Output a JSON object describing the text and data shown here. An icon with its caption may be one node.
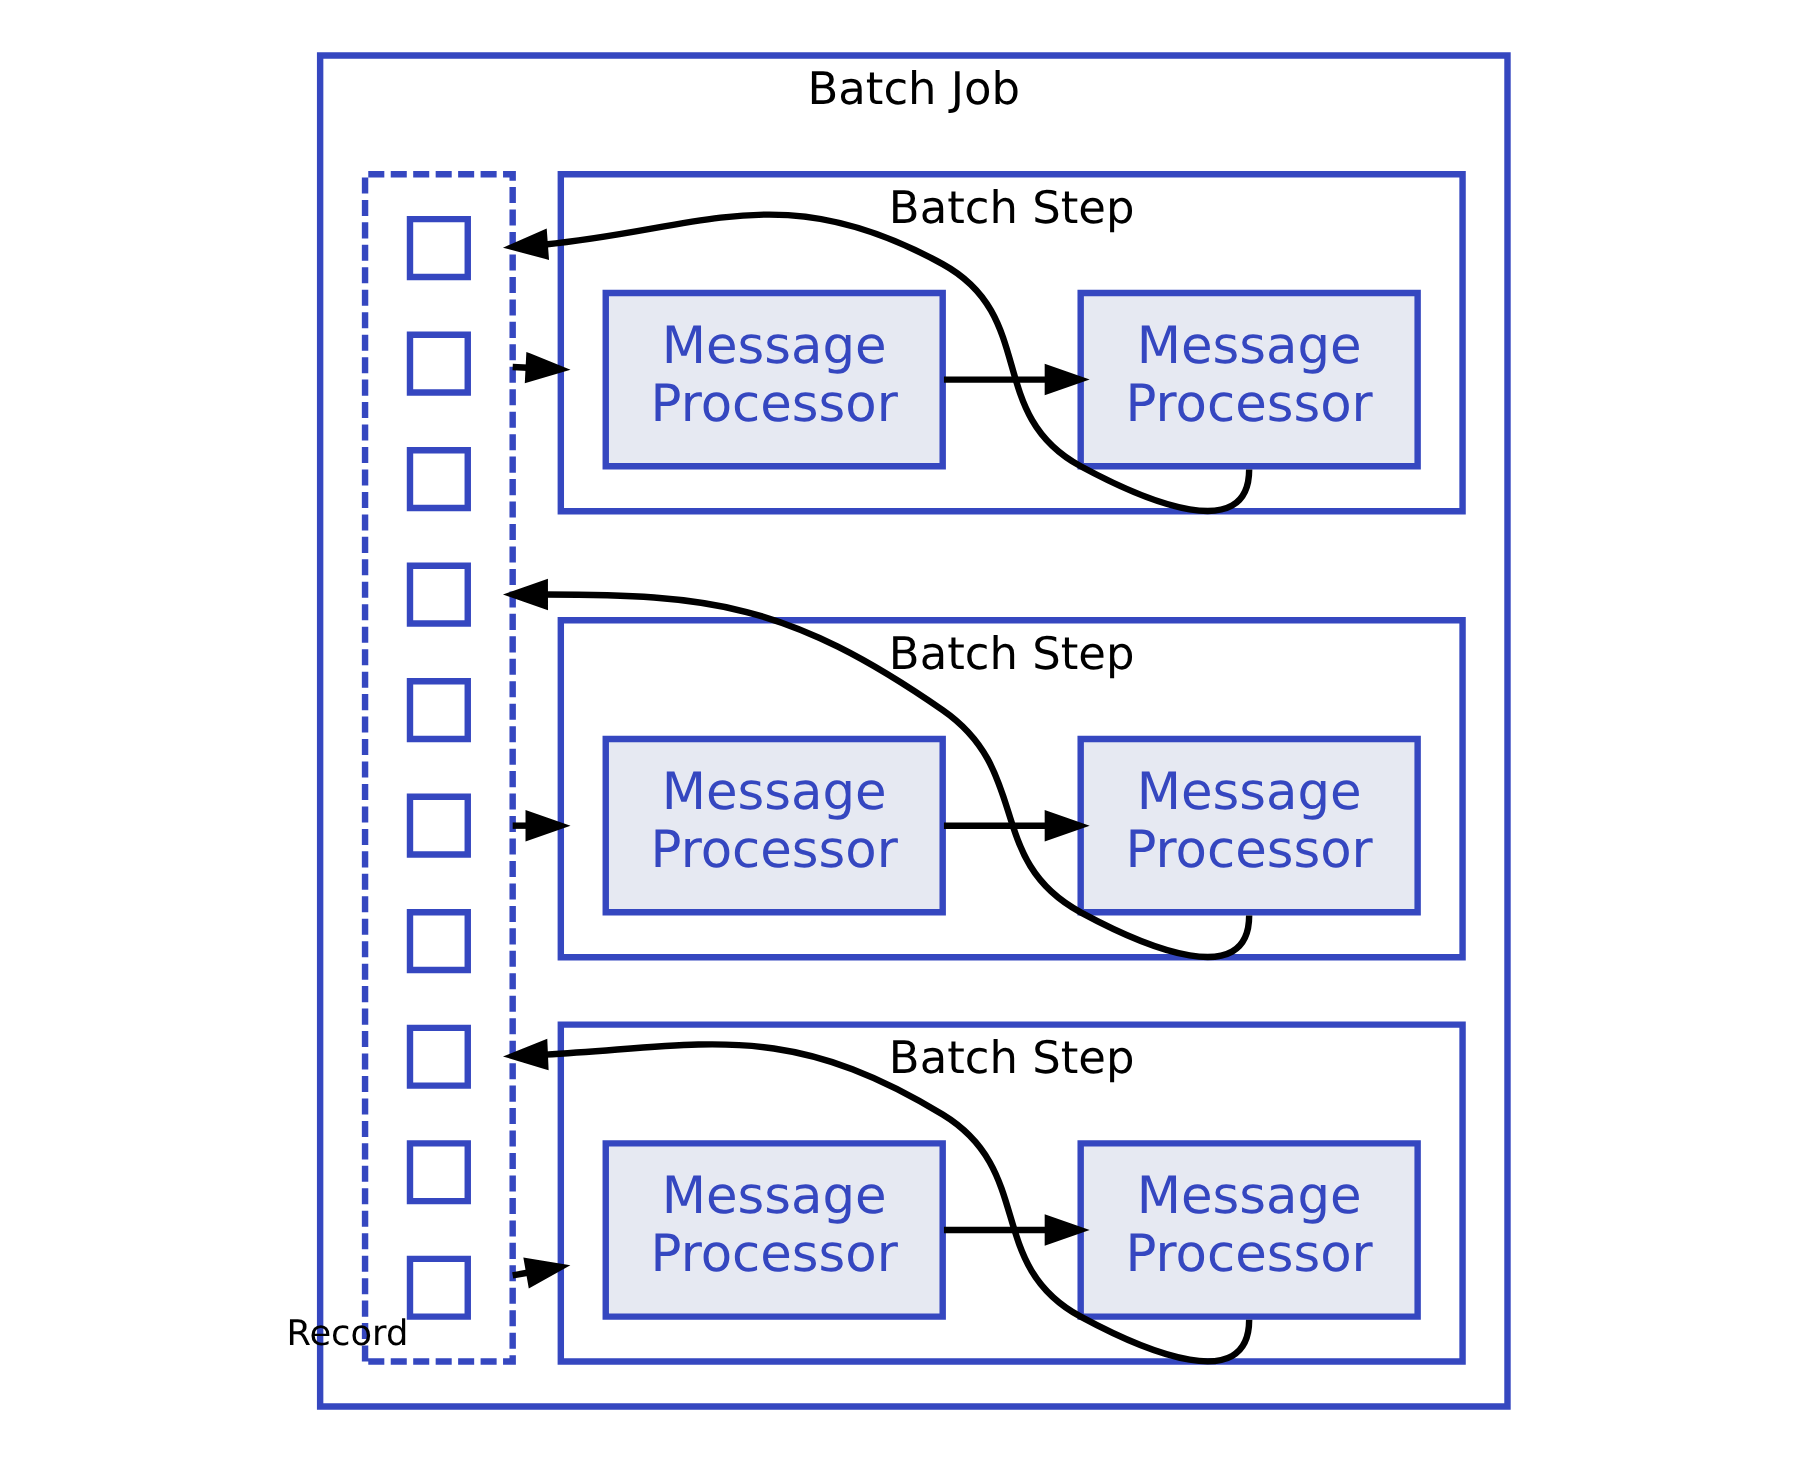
{
  "diagram": {
    "nodes": [
      {
        "text": [
          "Batch Job"
        ]
      },
      {
        "text": [],
        "shape": "box",
        "in": 0
      },
      {
        "text": [],
        "shape": "box",
        "in": 1,
        "beside": [
          "Record"
        ]
      },
      {
        "text": [],
        "shape": "box",
        "in": 1
      },
      {
        "text": [],
        "shape": "box",
        "in": 1
      },
      {
        "text": [],
        "shape": "box",
        "in": 1
      },
      {
        "text": [],
        "shape": "box",
        "in": 1
      },
      {
        "text": [],
        "shape": "box",
        "in": 1
      },
      {
        "text": [],
        "shape": "box",
        "in": 1
      },
      {
        "text": [],
        "shape": "box",
        "in": 1
      },
      {
        "text": [],
        "shape": "box",
        "in": 1
      },
      {
        "text": [],
        "shape": "box",
        "in": 1
      },
      {
        "text": [
          "Batch Step"
        ],
        "in": 0
      },
      {
        "text": [
          "Message Processor"
        ],
        "in": 12
      },
      {
        "text": [
          "Message Processor"
        ],
        "in": 12
      },
      {
        "text": [
          "Batch Step"
        ],
        "in": 0
      },
      {
        "text": [
          "Message Processor"
        ],
        "in": 15
      },
      {
        "text": [
          "Message Processor"
        ],
        "in": 15
      },
      {
        "text": [
          "Batch Step"
        ],
        "in": 0
      },
      {
        "text": [
          "Message Processor"
        ],
        "in": 18
      },
      {
        "text": [
          "Message Processor"
        ],
        "in": 18
      }
    ],
    "edges": [
      {
        "from": 1,
        "to": 12,
        "arrow": "to"
      },
      {
        "from": 13,
        "to": 14,
        "arrow": "to"
      },
      {
        "from": 14,
        "to": 1,
        "arrow": "to"
      },
      {
        "from": 1,
        "to": 15,
        "arrow": "to"
      },
      {
        "from": 16,
        "to": 17,
        "arrow": "to"
      },
      {
        "from": 17,
        "to": 1,
        "arrow": "to"
      },
      {
        "from": 1,
        "to": 18,
        "arrow": "to"
      },
      {
        "from": 19,
        "to": 20,
        "arrow": "to"
      },
      {
        "from": 20,
        "to": 1,
        "arrow": "to"
      }
    ]
  }
}
